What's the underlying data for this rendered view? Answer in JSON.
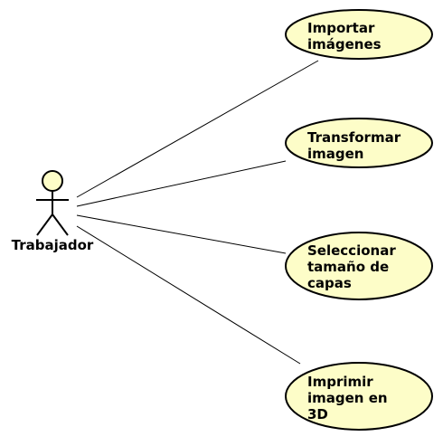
{
  "actor": {
    "name": "Trabajador",
    "fill_color": "#fdfdc8",
    "stroke_color": "#000000"
  },
  "use_cases": [
    {
      "lines": [
        "Importar",
        "imágenes"
      ]
    },
    {
      "lines": [
        "Transformar",
        "imagen"
      ]
    },
    {
      "lines": [
        "Seleccionar",
        "tamaño de",
        "capas"
      ]
    },
    {
      "lines": [
        "Imprimir",
        "imagen en",
        "3D"
      ]
    }
  ],
  "colors": {
    "use_case_fill": "#fdfdc8",
    "stroke": "#000000",
    "background": "#ffffff"
  }
}
